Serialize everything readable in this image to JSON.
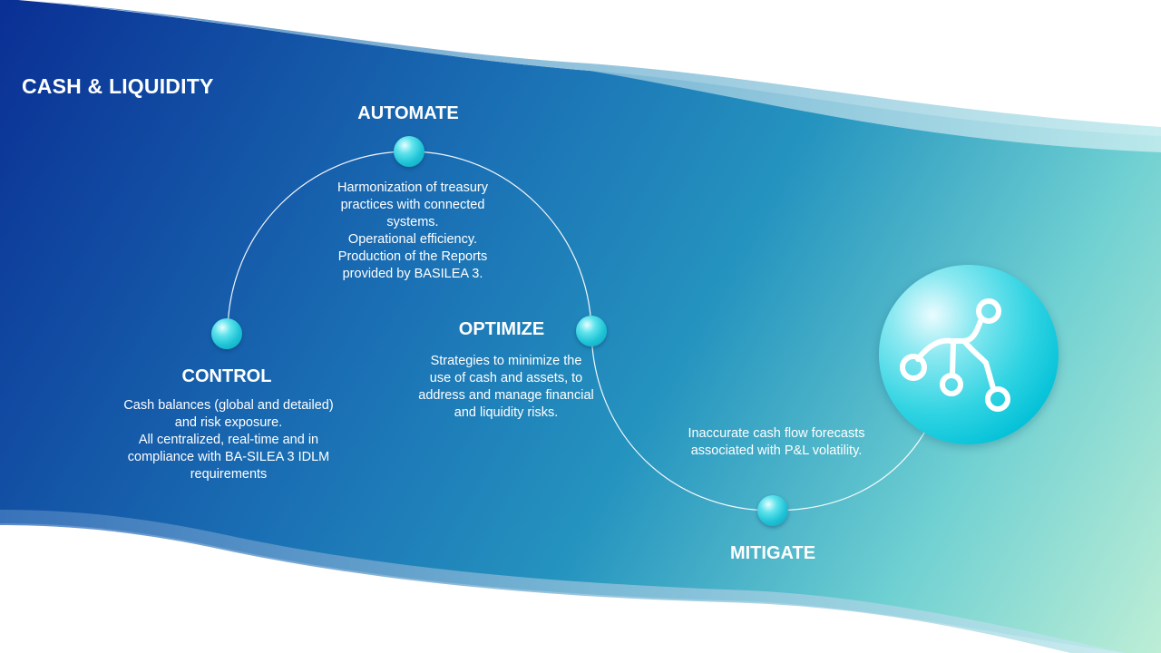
{
  "page_title": "CASH & LIQUIDITY",
  "phases": {
    "automate": {
      "title": "AUTOMATE",
      "lines": [
        "Harmonization of treasury",
        "practices with connected",
        "systems.",
        "Operational efficiency.",
        "Production of the Reports",
        "provided by BASILEA 3."
      ]
    },
    "optimize": {
      "title": "OPTIMIZE",
      "lines": [
        "Strategies to minimize the",
        "use of cash and assets, to",
        "address and manage financial",
        "and liquidity risks."
      ]
    },
    "control": {
      "title": "CONTROL",
      "lines": [
        "Cash balances (global and detailed)",
        "and risk exposure.",
        "All centralized,  real-time and in",
        "compliance with BA-SILEA 3 IDLM",
        "requirements"
      ]
    },
    "mitigate": {
      "title": "MITIGATE",
      "lines": [
        "Inaccurate cash flow forecasts",
        "associated with P&L volatility."
      ]
    }
  },
  "icons": {
    "badge": "network-branch-icon"
  },
  "colors": {
    "gradient_start": "#0a2f94",
    "gradient_mid": "#1d86bb",
    "gradient_end": "#b8ecd4",
    "node": "#1ec3d6",
    "badge": "#06c2d8",
    "text": "#ffffff"
  }
}
